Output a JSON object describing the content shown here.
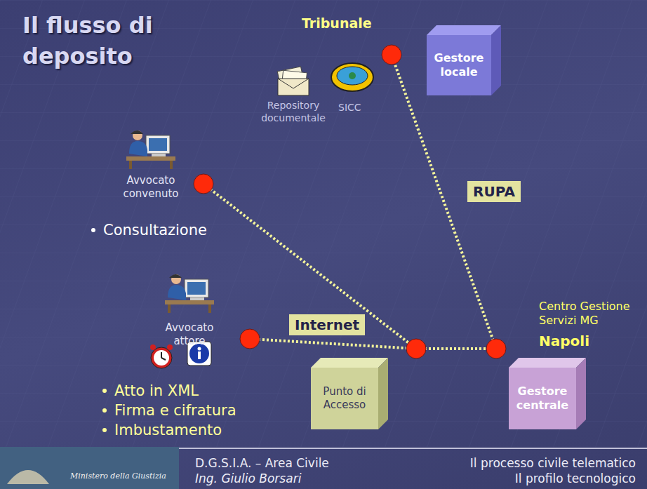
{
  "diagram": {
    "title": "Il flusso di deposito",
    "nodes": [
      {
        "text": [
          "Gestore locale"
        ]
      },
      {
        "text": [
          "Avvocato convenuto"
        ]
      },
      {
        "text": [
          "Avvocato attore"
        ]
      },
      {
        "text": [
          "Punto di Accesso"
        ]
      },
      {
        "text": [
          "Gestore centrale"
        ]
      }
    ],
    "edges": [
      {
        "from": 1,
        "to": 3,
        "arrow": "none"
      },
      {
        "from": 2,
        "to": 3,
        "arrow": "none",
        "label": "Internet"
      },
      {
        "from": 3,
        "to": 4,
        "arrow": "none"
      },
      {
        "from": 4,
        "to": 0,
        "arrow": "none",
        "label": "RUPA"
      }
    ],
    "labels": [
      "Tribunale",
      "Repository documentale",
      "SICC",
      "Consultazione",
      "Atto in XML",
      "Firma e cifratura",
      "Imbustamento",
      "Centro Gestione Servizi MG",
      "Napoli",
      "Ministero della Giustizia",
      "D.G.S.I.A. – Area Civile",
      "Ing. Giulio Borsari",
      "Il processo civile telematico",
      "Il profilo tecnologico"
    ]
  }
}
